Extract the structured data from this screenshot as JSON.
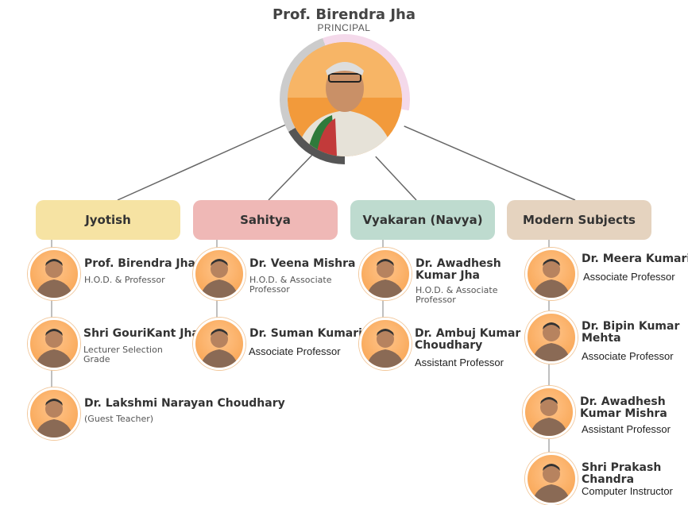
{
  "principal": {
    "name": "Prof. Birendra Jha",
    "title": "PRINCIPAL"
  },
  "departments": [
    {
      "name": "Jyotish",
      "color": "#f6e3a3",
      "members": [
        {
          "name": "Prof. Birendra Jha",
          "role": "H.O.D. & Professor"
        },
        {
          "name": "Shri GouriKant Jha",
          "role": "Lecturer Selection Grade"
        },
        {
          "name": "Dr. Lakshmi Narayan Choudhary",
          "role": "(Guest Teacher)"
        }
      ]
    },
    {
      "name": "Sahitya",
      "color": "#efb8b6",
      "members": [
        {
          "name": "Dr. Veena Mishra",
          "role": "H.O.D. & Associate Professor"
        },
        {
          "name": "Dr. Suman Kumari",
          "role": "Associate Professor"
        }
      ]
    },
    {
      "name": "Vyakaran (Navya)",
      "color": "#bedbcf",
      "members": [
        {
          "name": "Dr. Awadhesh Kumar Jha",
          "role": "H.O.D. & Associate Professor"
        },
        {
          "name": "Dr. Ambuj Kumar Choudhary",
          "role": "Assistant Professor"
        }
      ]
    },
    {
      "name": "Modern Subjects",
      "color": "#e5d3bf",
      "members": [
        {
          "name": "Dr. Meera Kumari",
          "role": "Associate Professor"
        },
        {
          "name": "Dr. Bipin Kumar Mehta",
          "role": "Associate Professor"
        },
        {
          "name": "Dr. Awadhesh Kumar Mishra",
          "role": "Assistant Professor"
        },
        {
          "name": "Shri Prakash Chandra",
          "role": "Computer Instructor"
        }
      ]
    }
  ]
}
